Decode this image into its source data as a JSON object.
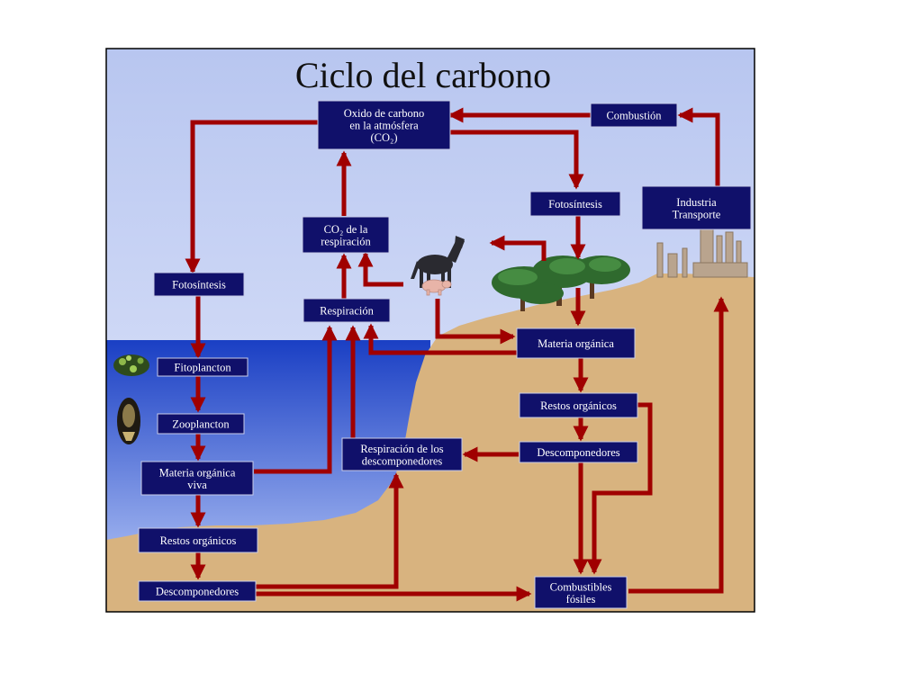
{
  "title": "Ciclo del carbono",
  "boxes": {
    "co2_atm": [
      "Oxido de carbono",
      "en la atmósfera",
      "(CO₂)"
    ],
    "combustion": [
      "Combustión"
    ],
    "fotosintesis_right": [
      "Fotosíntesis"
    ],
    "industria": [
      "Industria",
      "Transporte"
    ],
    "co2_resp": [
      "CO₂ de la",
      "respiración"
    ],
    "fotosintesis_left": [
      "Fotosíntesis"
    ],
    "respiracion": [
      "Respiración"
    ],
    "materia_organica": [
      "Materia orgánica"
    ],
    "fitoplancton": [
      "Fitoplancton"
    ],
    "zooplancton": [
      "Zooplancton"
    ],
    "restos_right": [
      "Restos orgánicos"
    ],
    "resp_descomp": [
      "Respiración de los",
      "descomponedores"
    ],
    "descomp_right": [
      "Descomponedores"
    ],
    "materia_viva": [
      "Materia orgánica",
      "viva"
    ],
    "restos_left": [
      "Restos orgánicos"
    ],
    "descomp_left": [
      "Descomponedores"
    ],
    "combustibles": [
      "Combustibles",
      "fósiles"
    ]
  },
  "colors": {
    "box": "#10106a",
    "arrow": "#a00000",
    "sky_top": "#b8c6f0",
    "sky_bottom": "#e2e8fb",
    "sea_top": "#1a3fc4",
    "sea_bottom": "#c2d2fb",
    "land": "#d8b37f",
    "frame": "#000000"
  }
}
